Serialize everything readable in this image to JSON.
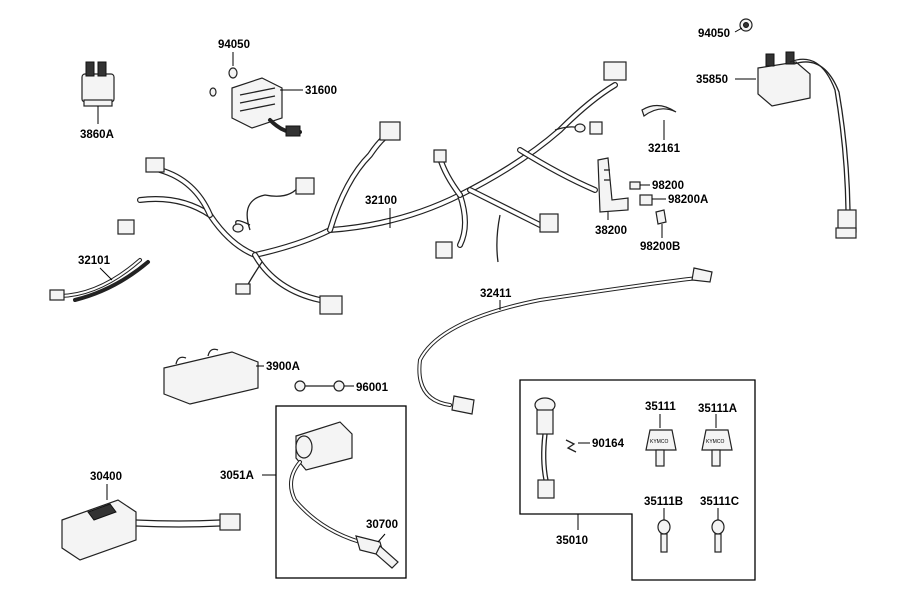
{
  "labels": {
    "p3860A": "3860A",
    "p94050a": "94050",
    "p31600": "31600",
    "p94050b": "94050",
    "p35850": "35850",
    "p32161": "32161",
    "p32100": "32100",
    "p98200": "98200",
    "p98200A": "98200A",
    "p38200": "38200",
    "p98200B": "98200B",
    "p32101": "32101",
    "p32411": "32411",
    "p3900A": "3900A",
    "p96001": "96001",
    "p3051A": "3051A",
    "p30700": "30700",
    "p30400": "30400",
    "p35111": "35111",
    "p35111A": "35111A",
    "p90164": "90164",
    "p35111B": "35111B",
    "p35111C": "35111C",
    "p35010": "35010"
  },
  "key_brand": "KYMCO"
}
